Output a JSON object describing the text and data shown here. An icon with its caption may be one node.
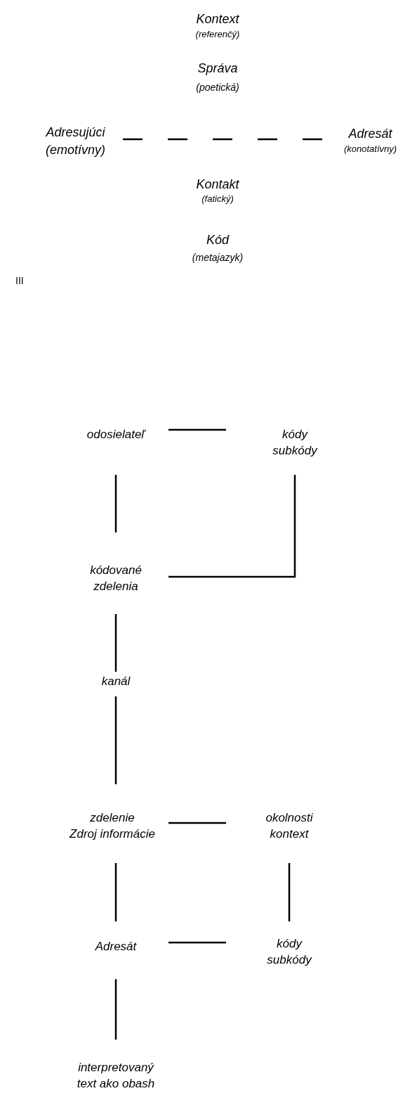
{
  "diagram": {
    "nodes": [
      {
        "text": [
          "Adresujúci",
          "(emotívny)"
        ]
      },
      {
        "text": [
          "Adresát",
          "(konotatívny)"
        ]
      },
      {
        "text": [
          "odosielateľ"
        ]
      },
      {
        "text": [
          "kódy subkódy"
        ]
      },
      {
        "text": [
          "kódované zdelenia"
        ]
      },
      {
        "text": [
          "kanál"
        ]
      },
      {
        "text": [
          "zdelenie",
          "Zdroj informácie"
        ]
      },
      {
        "text": [
          "okolnosti kontext"
        ]
      },
      {
        "text": [
          "Adresát"
        ]
      },
      {
        "text": [
          "kódy subkódy"
        ]
      },
      {
        "text": [
          "interpretovaný text ako obash"
        ]
      }
    ],
    "edges": [
      {
        "from": 0,
        "to": 1,
        "arrow": "none",
        "style": "dashed"
      },
      {
        "from": 2,
        "to": 3,
        "arrow": "none"
      },
      {
        "from": 2,
        "to": 4,
        "arrow": "none"
      },
      {
        "from": 4,
        "to": 3,
        "arrow": "none"
      },
      {
        "from": 4,
        "to": 5,
        "arrow": "none"
      },
      {
        "from": 5,
        "to": 6,
        "arrow": "none"
      },
      {
        "from": 6,
        "to": 7,
        "arrow": "none"
      },
      {
        "from": 6,
        "to": 8,
        "arrow": "none"
      },
      {
        "from": 7,
        "to": 9,
        "arrow": "none"
      },
      {
        "from": 8,
        "to": 9,
        "arrow": "none"
      },
      {
        "from": 8,
        "to": 10,
        "arrow": "none"
      }
    ],
    "labels": [
      "Kontext",
      "(referenčý)",
      "Správa",
      "(poetická)",
      "Kontakt",
      "(fatický)",
      "Kód",
      "(metajazyk)",
      "III"
    ]
  }
}
